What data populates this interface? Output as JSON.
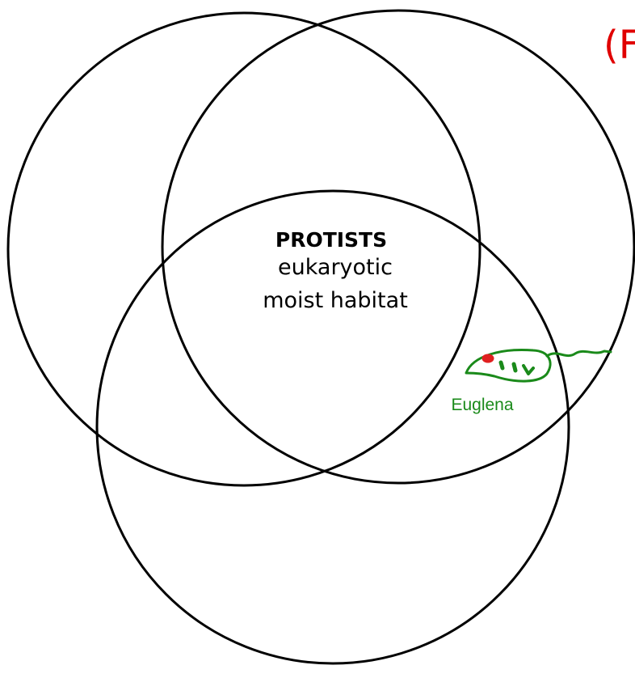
{
  "diagram": {
    "heading": "PROTISTS",
    "line1": "eukaryotic",
    "line2": "moist habitat",
    "corner_text": "(F",
    "organism_label": "Euglena"
  },
  "colors": {
    "circle_stroke": "#000000",
    "corner_text": "#e00000",
    "organism": "#1a8a1a",
    "eyespot": "#e02020"
  },
  "icons": [
    "euglena-drawing-icon"
  ]
}
